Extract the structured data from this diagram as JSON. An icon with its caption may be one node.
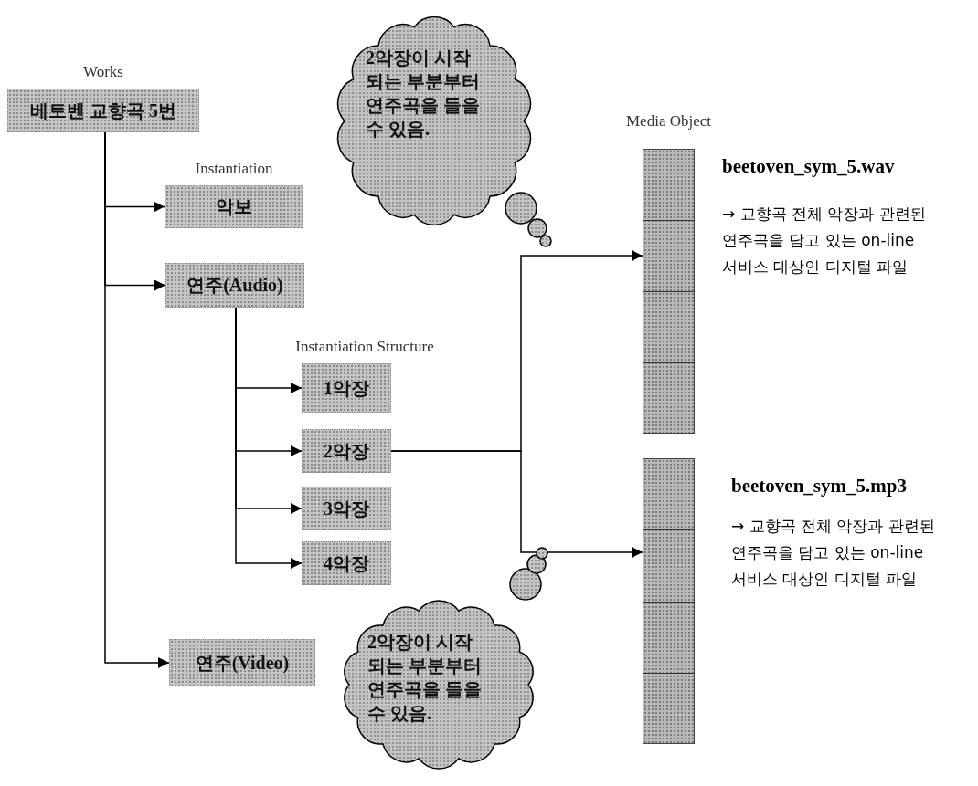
{
  "diagram": {
    "nodes": [
      {
        "text": [
          "Works",
          "베토벤 교향곡 5번"
        ]
      },
      {
        "text": [
          "Instantiation",
          "악보"
        ]
      },
      {
        "text": [
          "연주(Audio)"
        ]
      },
      {
        "text": [
          "Instantiation Structure",
          "1악장"
        ]
      },
      {
        "text": [
          "2악장"
        ]
      },
      {
        "text": [
          "3악장"
        ]
      },
      {
        "text": [
          "4악장"
        ]
      },
      {
        "text": [
          "연주(Video)"
        ]
      },
      {
        "text": [
          "2악장이 시작 되는 부분부터 연주곡을 들을 수 있음."
        ]
      },
      {
        "text": [
          "Media Object"
        ],
        "beside": [
          "beetoven_sym_5.wav",
          "→ 교향곡 전체 악장과 관련된 연주곡을 담고 있는 on-line 서비스 대상인 디지털 파일"
        ]
      },
      {
        "text": [],
        "shape": "bar",
        "beside": [
          "beetoven_sym_5.mp3",
          "→ 교향곡 전체 악장과 관련된 연주곡을 담고 있는 on-line 서비스 대상인 디지털 파일"
        ]
      },
      {
        "text": [
          "2악장이 시작 되는 부분부터 연주곡을 들을 수 있음."
        ]
      }
    ],
    "edges": [
      {
        "from": 0,
        "to": 1,
        "arrow": "to"
      },
      {
        "from": 0,
        "to": 2,
        "arrow": "to"
      },
      {
        "from": 0,
        "to": 7,
        "arrow": "to"
      },
      {
        "from": 2,
        "to": 3,
        "arrow": "to"
      },
      {
        "from": 2,
        "to": 4,
        "arrow": "to"
      },
      {
        "from": 2,
        "to": 5,
        "arrow": "to"
      },
      {
        "from": 2,
        "to": 6,
        "arrow": "to"
      },
      {
        "from": 4,
        "to": 9,
        "arrow": "to"
      },
      {
        "from": 4,
        "to": 10,
        "arrow": "to"
      }
    ]
  }
}
